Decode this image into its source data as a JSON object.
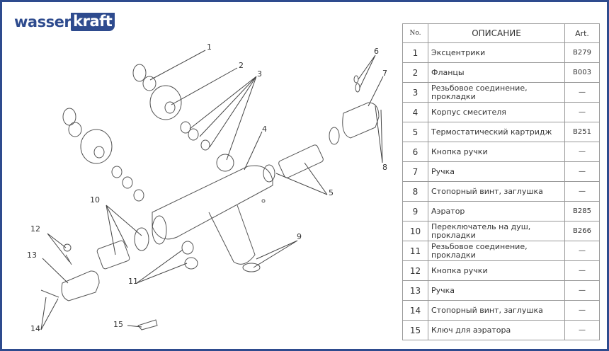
{
  "logo": {
    "part1": "wasser",
    "part2": "kraft"
  },
  "colors": {
    "brand": "#2e4b8e",
    "line": "#555555"
  },
  "table": {
    "headers": {
      "no": "No.",
      "desc": "ОПИСАНИЕ",
      "art": "Art."
    },
    "rows": [
      {
        "no": "1",
        "desc": "Эксцентрики",
        "art": "B279"
      },
      {
        "no": "2",
        "desc": "Фланцы",
        "art": "B003"
      },
      {
        "no": "3",
        "desc": "Резьбовое соединение, прокладки",
        "art": "—"
      },
      {
        "no": "4",
        "desc": "Корпус смесителя",
        "art": "—"
      },
      {
        "no": "5",
        "desc": "Термостатический картридж",
        "art": "B251"
      },
      {
        "no": "6",
        "desc": "Кнопка ручки",
        "art": "—"
      },
      {
        "no": "7",
        "desc": "Ручка",
        "art": "—"
      },
      {
        "no": "8",
        "desc": "Стопорный винт, заглушка",
        "art": "—"
      },
      {
        "no": "9",
        "desc": "Аэратор",
        "art": "B285"
      },
      {
        "no": "10",
        "desc": "Переключатель на душ, прокладки",
        "art": "B266"
      },
      {
        "no": "11",
        "desc": "Резьбовое соединение, прокладки",
        "art": "—"
      },
      {
        "no": "12",
        "desc": "Кнопка ручки",
        "art": "—"
      },
      {
        "no": "13",
        "desc": "Ручка",
        "art": "—"
      },
      {
        "no": "14",
        "desc": "Стопорный винт, заглушка",
        "art": "—"
      },
      {
        "no": "15",
        "desc": "Ключ для аэратора",
        "art": "—"
      }
    ]
  },
  "callouts": [
    "1",
    "2",
    "3",
    "4",
    "5",
    "6",
    "7",
    "8",
    "9",
    "10",
    "11",
    "12",
    "13",
    "14",
    "15"
  ]
}
